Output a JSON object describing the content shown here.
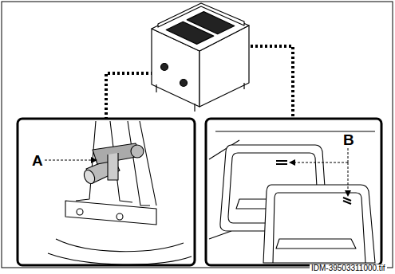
{
  "diagram": {
    "labels": [
      "A",
      "B",
      "IDM-39503311000.tif"
    ]
  }
}
